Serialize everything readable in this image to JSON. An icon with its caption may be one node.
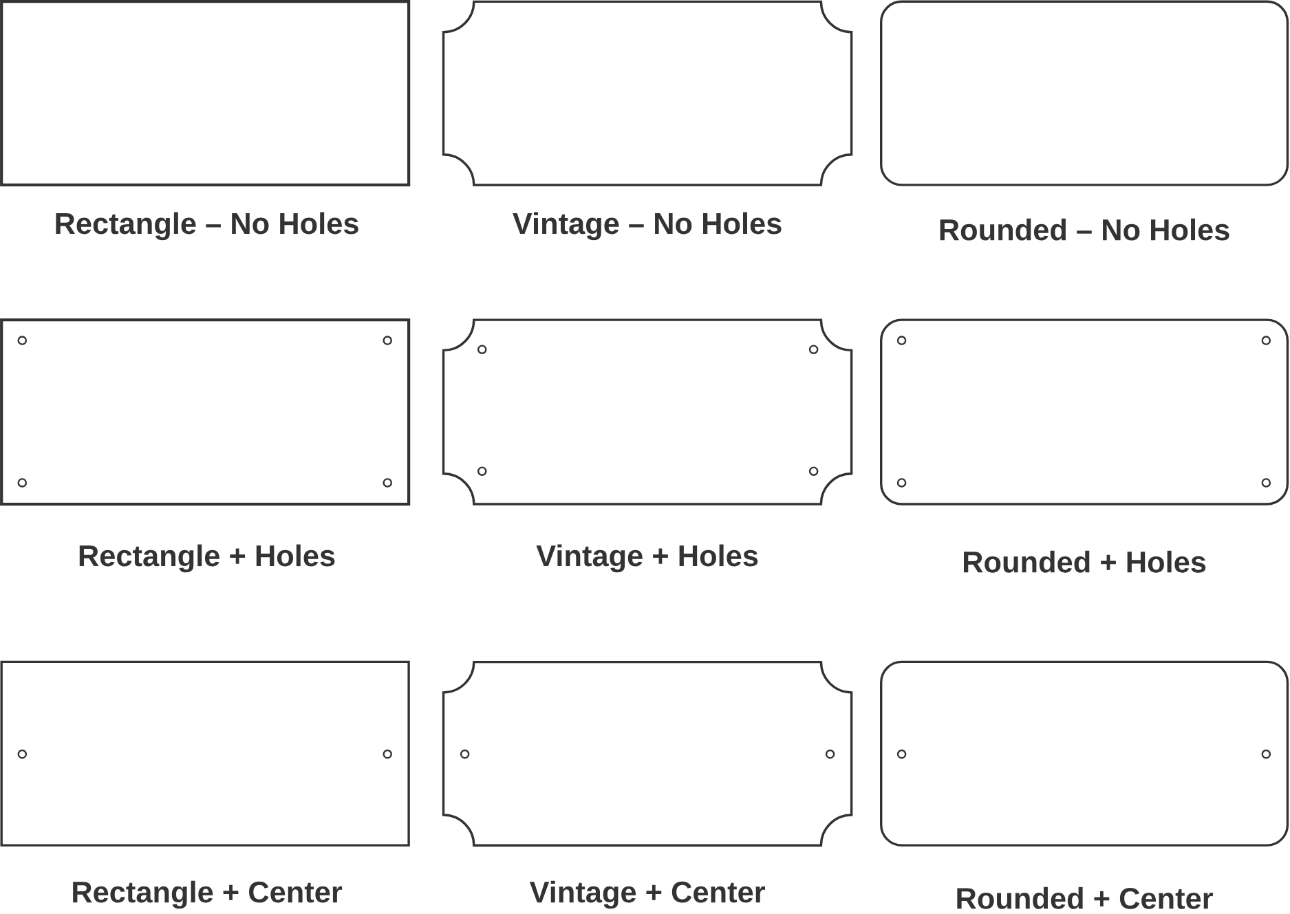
{
  "diagram": {
    "nodes": [
      {
        "text": [
          "Rectangle – No Holes"
        ]
      },
      {
        "text": [
          "Vintage – No Holes"
        ]
      },
      {
        "text": [
          "Rounded – No Holes"
        ]
      },
      {
        "text": [
          "Rectangle + Holes"
        ]
      },
      {
        "text": [
          "Vintage + Holes"
        ]
      },
      {
        "text": [
          "Rounded + Holes"
        ]
      },
      {
        "text": [
          "Rectangle + Center"
        ]
      },
      {
        "text": [
          "Vintage + Center"
        ]
      },
      {
        "text": [
          "Rounded + Center"
        ]
      }
    ]
  }
}
